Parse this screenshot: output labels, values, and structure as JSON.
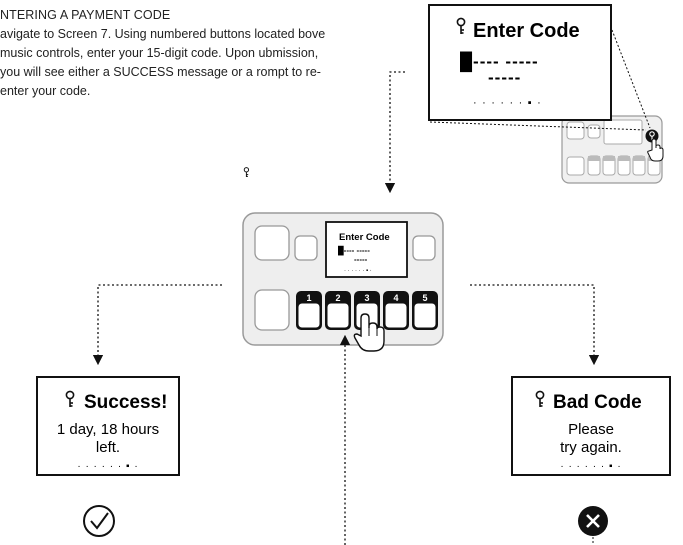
{
  "instructions": {
    "heading": "NTERING A PAYMENT CODE",
    "body": "avigate to Screen 7. Using numbered buttons located bove music controls, enter your 15-digit code. Upon ubmission, you will see either a SUCCESS message or a rompt to re-enter your code."
  },
  "top_screen": {
    "title": "Enter Code",
    "code_row1": "█---- -----",
    "code_row2": "-----",
    "page_dots": "· · · · · · ▪ ·"
  },
  "device_screen": {
    "title": "Enter Code",
    "code_row1": "█---- -----",
    "code_row2": "-----",
    "page_dots": "· · · · · · ▪ ·"
  },
  "device_buttons": [
    "1",
    "2",
    "3",
    "4",
    "5"
  ],
  "success_screen": {
    "title": "Success!",
    "line1": "1 day, 18 hours",
    "line2": "left.",
    "page_dots": "· · · · · · ▪ ·"
  },
  "bad_screen": {
    "title": "Bad Code",
    "line1": "Please",
    "line2": "try again.",
    "page_dots": "· · · · · · ▪ ·"
  },
  "icons": {
    "key": "key-icon",
    "success": "checkmark-circle-icon",
    "error": "x-circle-icon",
    "pointer": "hand-pointer-icon"
  },
  "colors": {
    "ink": "#111111",
    "device_body": "#eeeeee",
    "device_border": "#9a9a9a",
    "button_dark": "#111111"
  }
}
